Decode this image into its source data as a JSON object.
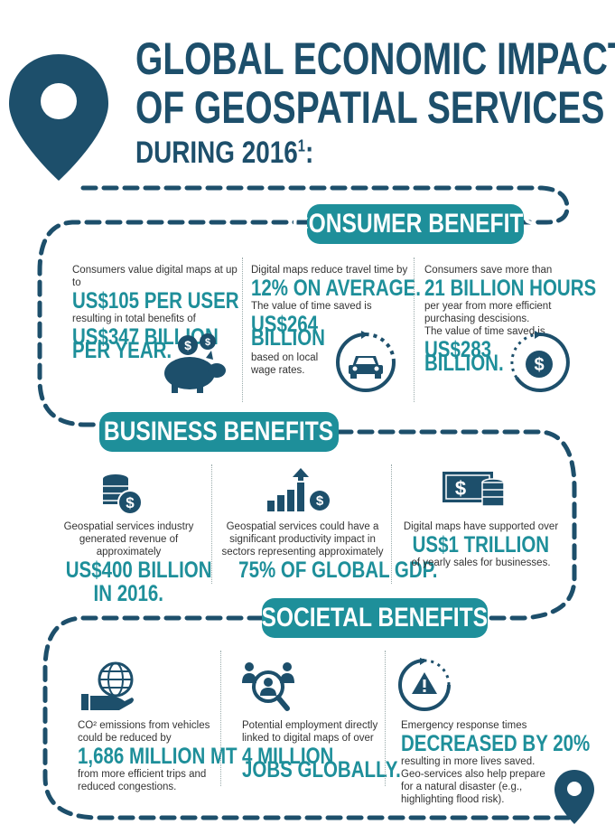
{
  "header": {
    "line1": "GLOBAL ECONOMIC IMPACT",
    "line2": "OF GEOSPATIAL SERVICES",
    "line3": "DURING 2016",
    "footnote": "1",
    "line3_suffix": ":"
  },
  "colors": {
    "navy": "#1d4f6b",
    "teal": "#1e8f9a",
    "text": "#333333"
  },
  "consumer": {
    "title": "CONSUMER BENEFITS",
    "c1": {
      "t1": "Consumers value digital maps at up to",
      "b1": "US$105 PER USER",
      "t2": "resulting in total benefits of",
      "b2": "US$347 BILLION",
      "b3": "PER YEAR.",
      "icon": "piggy-bank-icon"
    },
    "c2": {
      "t1": "Digital maps reduce travel time by",
      "b1": "12% ON AVERAGE.",
      "t2": "The value of time saved is",
      "b2": "US$264",
      "b3": "BILLION",
      "t3": "based on local",
      "t4": "wage rates.",
      "icon": "car-cycle-icon"
    },
    "c3": {
      "t1": "Consumers save more than",
      "b1": "21 BILLION HOURS",
      "t2": "per year from more efficient",
      "t3": "purchasing descisions.",
      "t4": "The value of time saved is",
      "b2": "US$283",
      "b3": "BILLION.",
      "icon": "dollar-clock-icon"
    }
  },
  "business": {
    "title": "BUSINESS BENEFITS",
    "c1": {
      "t1": "Geospatial services industry",
      "t2": "generated revenue of approximately",
      "b1": "US$400 BILLION",
      "b2": "IN 2016.",
      "icon": "coin-stack-icon"
    },
    "c2": {
      "t1": "Geospatial services could have a",
      "t2": "significant productivity impact in",
      "t3": "sectors representing approximately",
      "b1": "75% OF GLOBAL GDP.",
      "icon": "growth-chart-icon"
    },
    "c3": {
      "t1": "Digital maps have supported over",
      "b1": "US$1 TRILLION",
      "t2": "of yearly sales for businesses.",
      "icon": "cash-coins-icon"
    }
  },
  "societal": {
    "title": "SOCIETAL BENEFITS",
    "c1": {
      "t1": "CO² emissions from vehicles",
      "t2": "could be reduced by",
      "b1": "1,686 MILLION MT",
      "t3": "from more efficient trips and",
      "t4": "reduced congestions.",
      "icon": "globe-hand-icon"
    },
    "c2": {
      "t1": "Potential employment directly",
      "t2": "linked to digital maps of over",
      "b1": "4 MILLION",
      "b2": "JOBS GLOBALLY.",
      "icon": "people-search-icon"
    },
    "c3": {
      "t1": "Emergency response times",
      "b1": "DECREASED BY 20%",
      "t2": "resulting in more lives saved.",
      "t3": "Geo-services also help prepare",
      "t4": "for a natural disaster (e.g.,",
      "t5": "highlighting flood risk).",
      "icon": "warning-cycle-icon"
    }
  }
}
